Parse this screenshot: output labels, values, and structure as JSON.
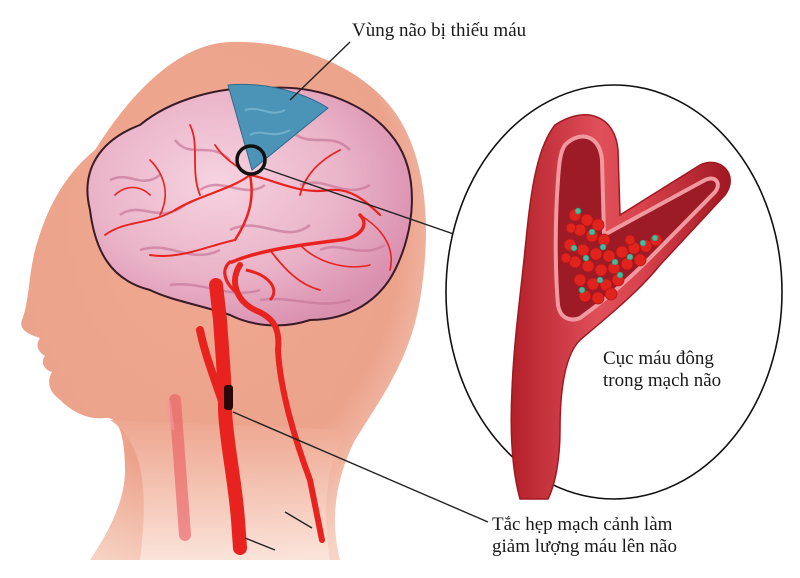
{
  "diagram": {
    "title": "Stroke: ischemic brain region, cerebral blood clot and carotid stenosis",
    "labels": {
      "ischemic_region": "Vùng não bị thiếu máu",
      "clot_line1": "Cục máu đông",
      "clot_line2": "trong mạch não",
      "stenosis_line1": "Tắc hẹp mạch cảnh làm",
      "stenosis_line2": "giảm lượng máu lên não"
    },
    "colors": {
      "skin": "#eea58f",
      "skin_light": "#f6c9b8",
      "brain": "#eab3c8",
      "brain_fold": "#c8779a",
      "artery": "#e8231f",
      "artery_dark": "#b3141a",
      "ischemic_blue": "#4c94b7",
      "vessel_wall": "#d9444a",
      "vessel_inner": "#a11a24",
      "clot_red": "#e0241d",
      "clot_teal": "#4fb89a",
      "outline": "#111111"
    },
    "elements": {
      "ischemic_region": "blue wedge on brain",
      "marker_circle": "black circle on artery",
      "zoom_ellipse": "magnified vessel bifurcation with clot",
      "carotid_stenosis": "dark narrowing in carotid artery"
    }
  }
}
